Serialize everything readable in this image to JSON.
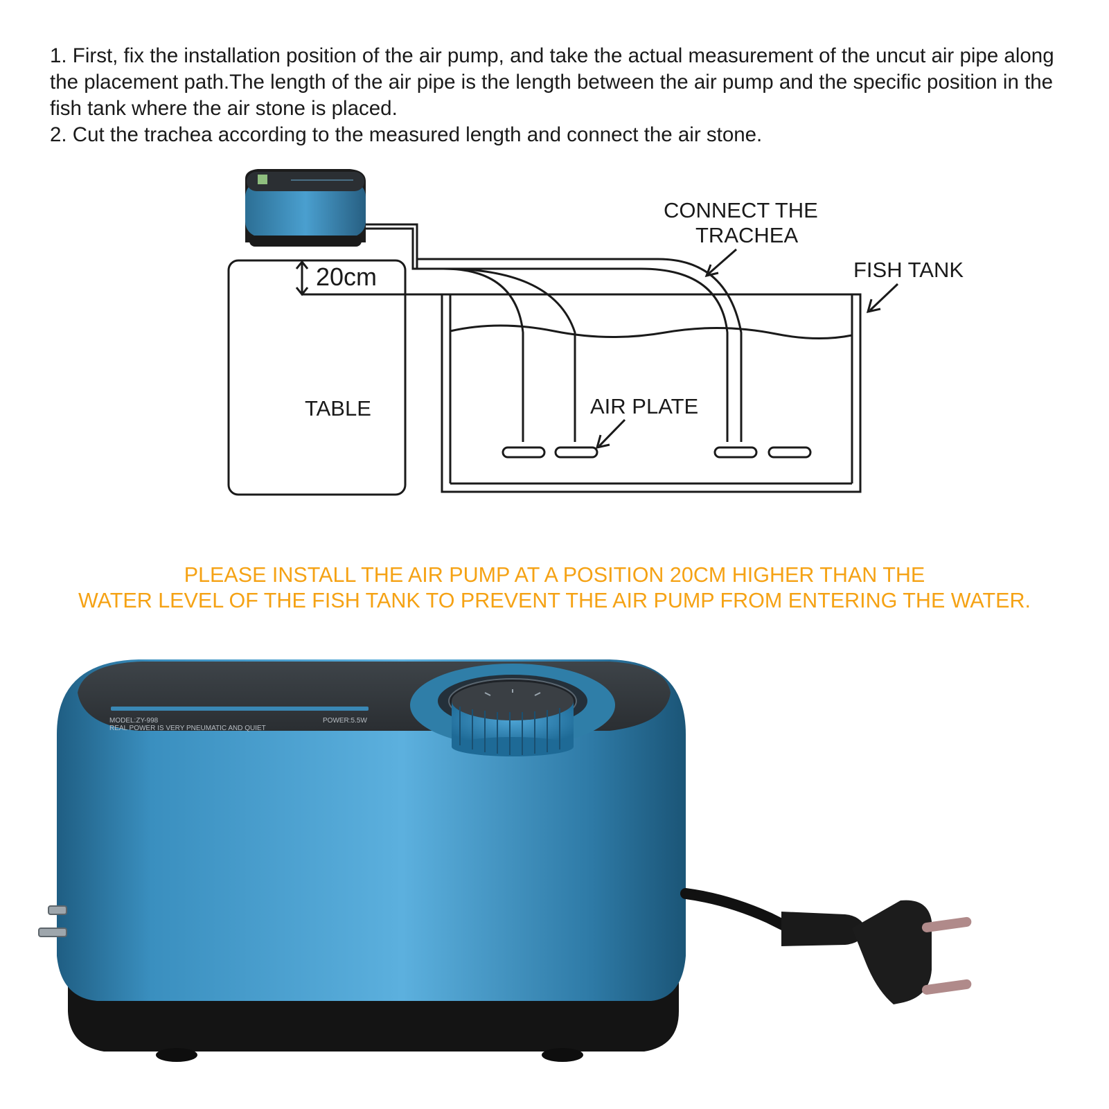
{
  "instructions": {
    "step1": "1. First, fix the installation position of the air pump, and take the actual measurement of the uncut air pipe along the placement path.The length of the air pipe is the length between the air pump and the specific position in the fish tank where the air stone is placed.",
    "step2": "2. Cut the trachea according to the measured length and connect the air stone."
  },
  "diagram": {
    "connect_line1": "CONNECT THE",
    "connect_line2": "TRACHEA",
    "fish_tank": "FISH TANK",
    "height": "20cm",
    "table": "TABLE",
    "air_plate": "AIR PLATE"
  },
  "warning": {
    "line1": "PLEASE INSTALL THE AIR PUMP AT A POSITION 20CM HIGHER THAN THE",
    "line2": "WATER LEVEL OF THE FISH TANK TO PREVENT THE AIR PUMP FROM ENTERING THE WATER."
  },
  "product": {
    "model": "MODEL:ZY-998",
    "power": "POWER:5.5W",
    "tagline": "REAL POWER IS VERY PNEUMATIC AND QUIET",
    "body_color": "#2f7ea8"
  },
  "colors": {
    "warning_text": "#f5a214",
    "line": "#1a1a1a"
  }
}
